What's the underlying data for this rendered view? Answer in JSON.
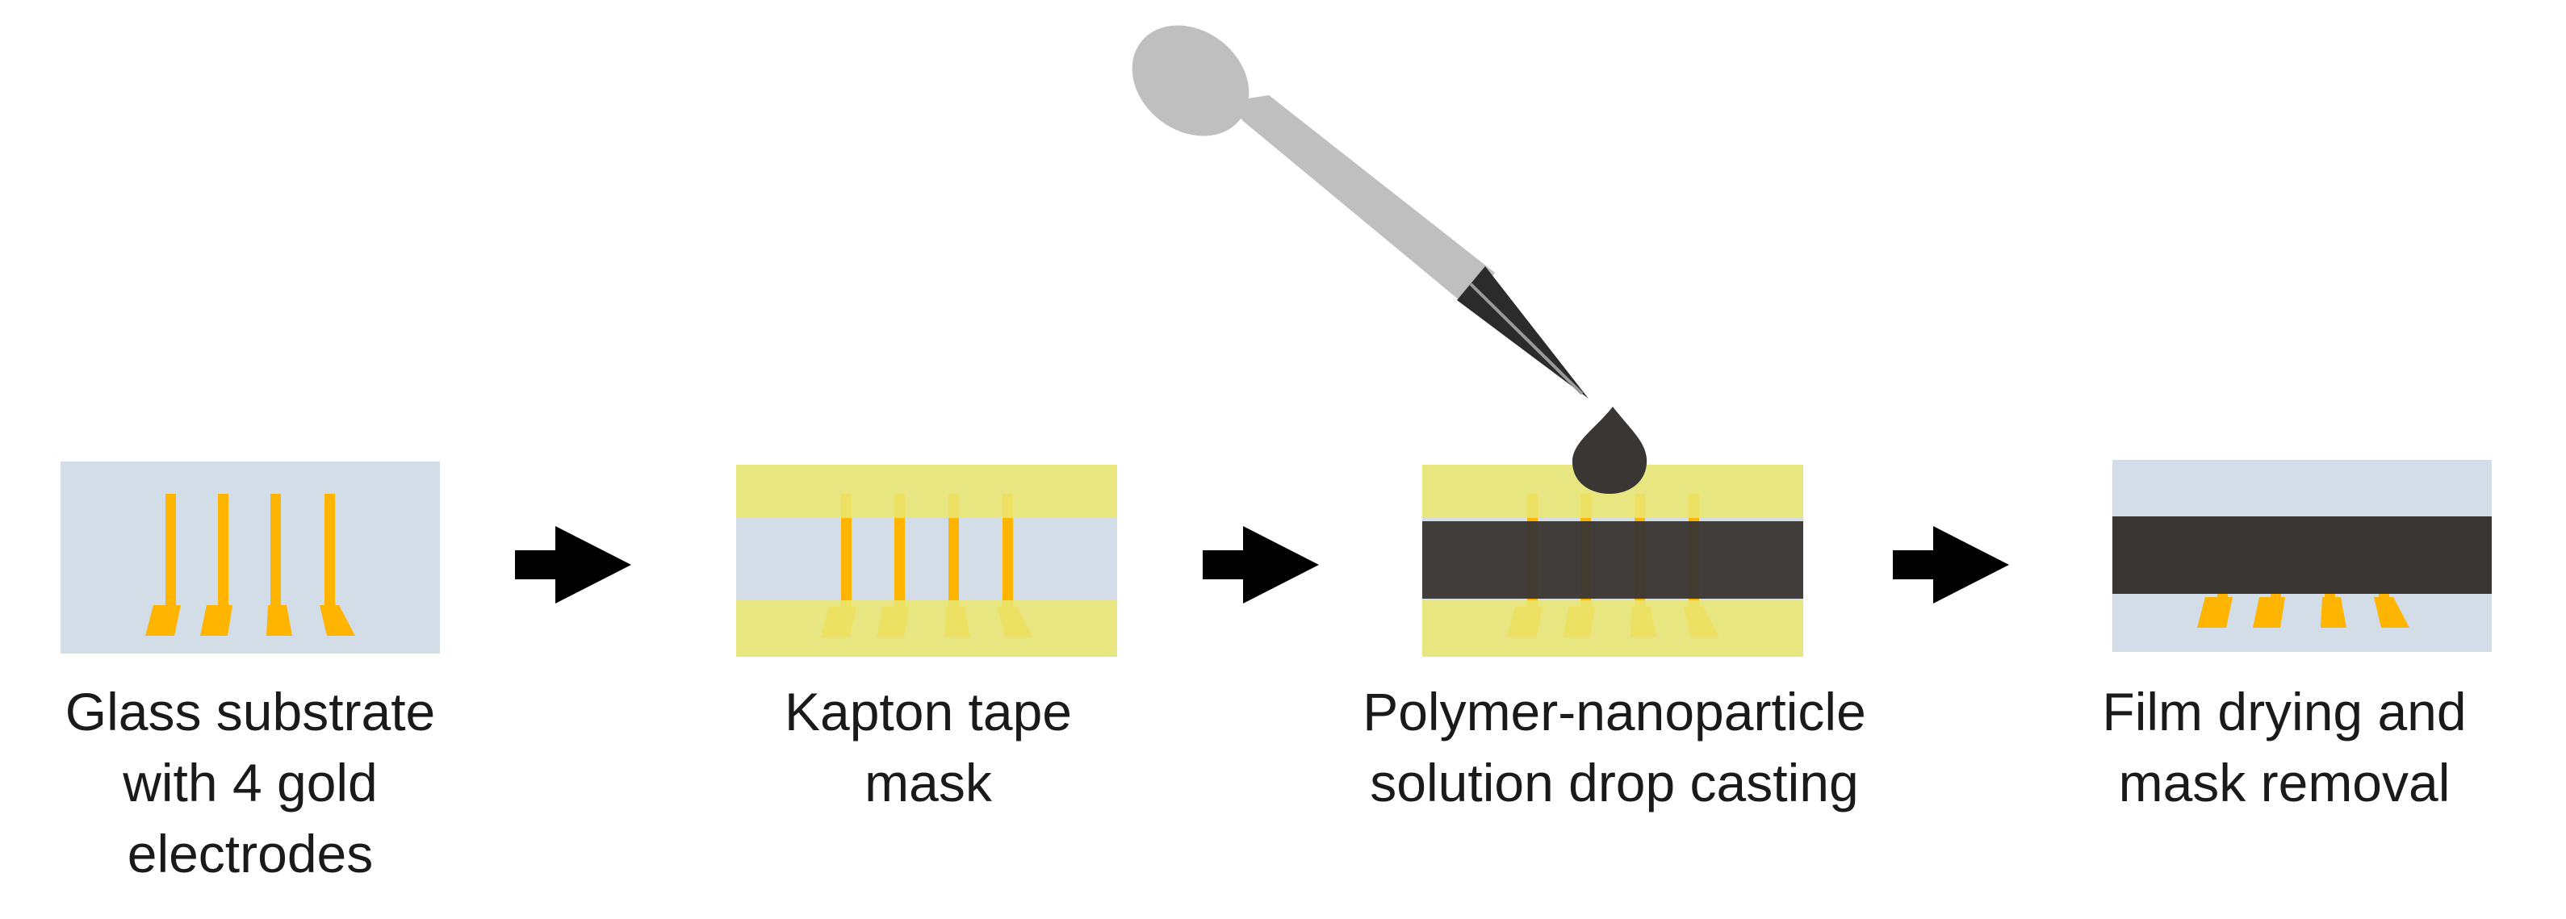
{
  "steps": [
    {
      "id": "glass-substrate",
      "caption_lines": [
        "Glass substrate",
        "with 4 gold",
        "electrodes"
      ]
    },
    {
      "id": "kapton-mask",
      "caption_lines": [
        "Kapton tape",
        "mask"
      ]
    },
    {
      "id": "drop-casting",
      "caption_lines": [
        "Polymer-nanoparticle",
        "solution drop casting"
      ]
    },
    {
      "id": "drying-removal",
      "caption_lines": [
        "Film drying and",
        "mask removal"
      ]
    }
  ],
  "colors": {
    "glass": "#d3dde8",
    "gold": "#ffb400",
    "kapton": "#e9e771",
    "film": "#3a3634",
    "arrow": "#000000",
    "pipette_body": "#bfbfbf",
    "pipette_tip": "#2b2b2b",
    "caption_text": "#1a1a1a"
  },
  "icons": {
    "arrow": "right-arrow-icon",
    "pipette": "pipette-icon",
    "droplet": "droplet-icon"
  }
}
